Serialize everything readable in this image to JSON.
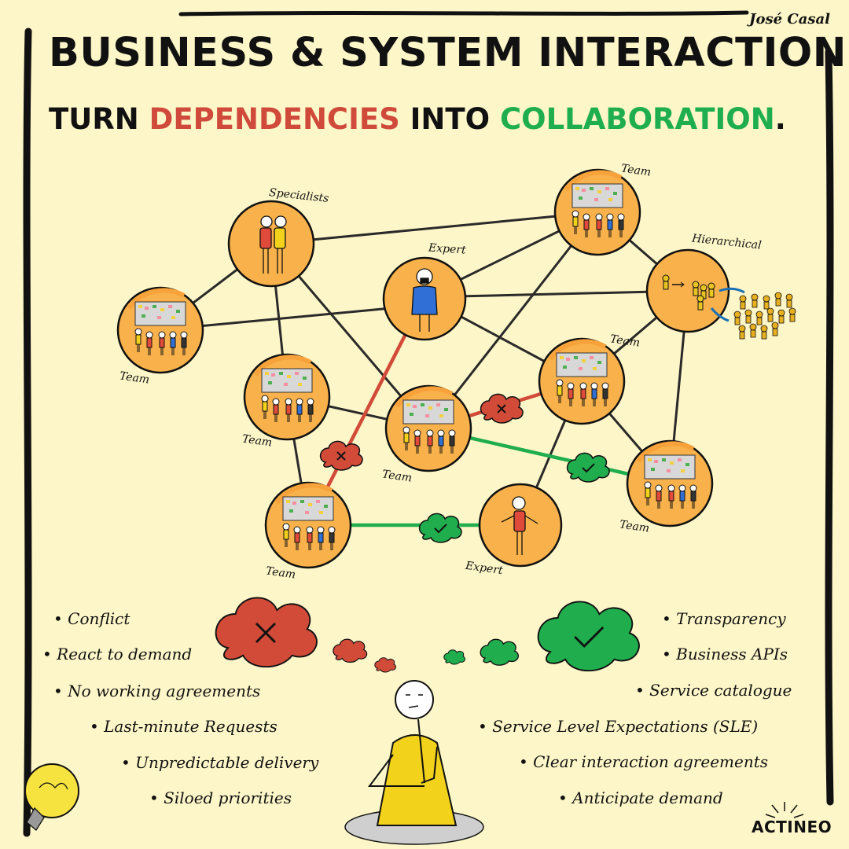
{
  "author": "José Casal",
  "title": "BUSINESS & SYSTEM INTERACTIONS",
  "subtitle": {
    "part1": "TURN ",
    "part2": "DEPENDENCIES",
    "part3": " INTO ",
    "part4": "COLLABORATION",
    "part5": "."
  },
  "node_labels": {
    "specialists": "Specialists",
    "expert_top": "Expert",
    "team_topright": "Team",
    "hierarchical": "Hierarchical",
    "team_left": "Team",
    "team_midleft": "Team",
    "team_center": "Team",
    "team_right": "Team",
    "team_farright": "Team",
    "team_bottomleft": "Team",
    "expert_bottom": "Expert"
  },
  "left_bullets": [
    "• Conflict",
    "• React to demand",
    "• No working agreements",
    "• Last-minute Requests",
    "• Unpredictable delivery",
    "• Siloed priorities"
  ],
  "right_bullets": [
    "• Transparency",
    "• Business APIs",
    "• Service catalogue",
    "• Service Level Expectations (SLE)",
    "• Clear interaction agreements",
    "• Anticipate demand"
  ],
  "brand": "ACTINEO",
  "colors": {
    "background": "#fdf6c8",
    "node_fill": "#f9b24b",
    "conflict": "#d24b39",
    "collaboration": "#20ad4e",
    "edge": "#2a2a2a",
    "figure_yellow": "#f2d21a"
  }
}
